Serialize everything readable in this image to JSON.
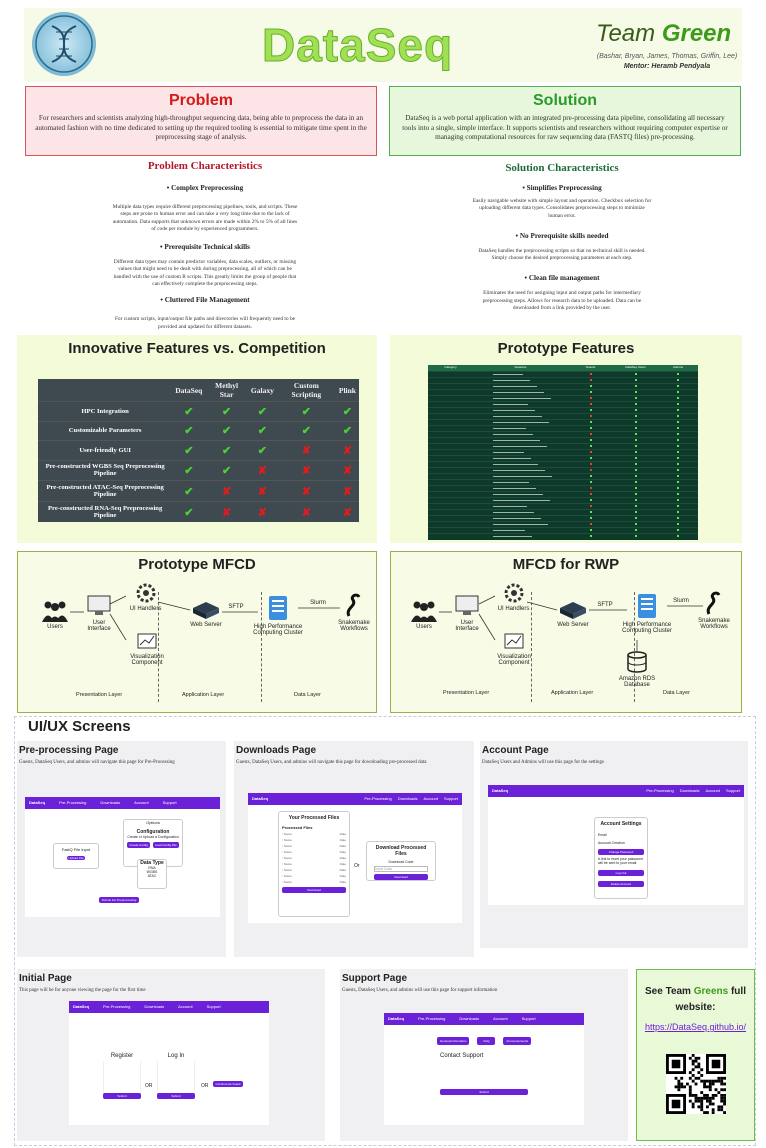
{
  "header": {
    "title": "DataSeq",
    "team_prefix": "Team ",
    "team_name": "Green",
    "members": "(Bashar, Bryan, James, Thomas, Griffin, Lee)",
    "mentor": "Mentor: Heramb Pendyala"
  },
  "problem": {
    "title": "Problem",
    "text": "For researchers and scientists analyzing high-throughput sequencing data, being able to preprocess the data in an automated fashion with no time dedicated to setting up the required tooling is essential to mitigate time spent in the preprocessing stage of analysis."
  },
  "solution": {
    "title": "Solution",
    "text": "DataSeq is a web portal application with an integrated pre-processing data pipeline, consolidating all necessary tools into a single, simple interface. It supports scientists and researchers without requiring computer expertise or managing computational resources for raw sequencing data (FASTQ files) pre-processing."
  },
  "problem_chars": {
    "heading": "Problem Characteristics",
    "items": [
      {
        "title": "Complex Preprocessing",
        "text": "Multiple data types require different preprocessing pipelines, tools, and scripts. These steps are prone to human error and can take a very long time due to the lack of automation. Data supports that unknown errors are made within 2% to 5% of all lines of code per module by experienced programmers."
      },
      {
        "title": "Prerequisite Technical skills",
        "text": "Different data types may contain predictor variables, data scales, outliers, or missing values that might need to be dealt with during preprocessing, all of which can be handled with the use of custom R scripts. This greatly limits the group of people that can effectively complete the preprocessing steps."
      },
      {
        "title": "Cluttered File Management",
        "text": "For custom scripts, input/output file paths and directories will frequently need to be provided and updated for different datasets."
      }
    ]
  },
  "solution_chars": {
    "heading": "Solution Characteristics",
    "items": [
      {
        "title": "Simplifies Preprocessing",
        "text": "Easily navigable website with simple layout and operation. Checkbox selection for uploading different data types. Consolidates preprocessing steps to minimize human error."
      },
      {
        "title": "No Prerequisite skills needed",
        "text": "DataSeq handles the preprocessing scripts so that no technical skill is needed. Simply choose the desired preprocessing parameters at each step."
      },
      {
        "title": "Clean file management",
        "text": "Eliminates the need for assigning input and output paths for intermediary preprocessing steps. Allows for research data to be uploaded. Data can be downloaded from a link provided by the user."
      }
    ]
  },
  "competition": {
    "heading": "Innovative Features vs. Competition",
    "columns": [
      "",
      "DataSeq",
      "Methyl Star",
      "Galaxy",
      "Custom Scripting",
      "Plink"
    ],
    "rows": [
      {
        "label": "HPC Integration",
        "vals": [
          "y",
          "y",
          "y",
          "y",
          "y"
        ]
      },
      {
        "label": "Customizable Parameters",
        "vals": [
          "y",
          "y",
          "y",
          "y",
          "y"
        ]
      },
      {
        "label": "User-friendly GUI",
        "vals": [
          "y",
          "y",
          "y",
          "n",
          "n"
        ]
      },
      {
        "label": "Pre-constructed WGBS Seq Preprocessing Pipeline",
        "vals": [
          "y",
          "y",
          "n",
          "n",
          "n"
        ]
      },
      {
        "label": "Pre-constructed ATAC-Seq Preprocessing Pipeline",
        "vals": [
          "y",
          "n",
          "n",
          "n",
          "n"
        ]
      },
      {
        "label": "Pre-constructed RNA-Seq Preprocessing Pipeline",
        "vals": [
          "y",
          "n",
          "n",
          "n",
          "n"
        ]
      }
    ],
    "check": "✔",
    "cross": "✘"
  },
  "prototype_features": {
    "heading": "Prototype Features",
    "columns": [
      "Category",
      "Features",
      "Guests",
      "DataSeq Users",
      "Admins"
    ]
  },
  "mfcd_proto": {
    "heading": "Prototype MFCD",
    "nodes": {
      "users": "Users",
      "ui": "User Interface",
      "handlers": "UI Handlers",
      "viz": "Visualization Component",
      "webserver": "Web Server",
      "sftp": "SFTP",
      "hpc": "High Performance Computing Cluster",
      "slurm": "Slurm",
      "snakemake": "Snakemake Workflows"
    },
    "layers": [
      "Presentation Layer",
      "Application Layer",
      "Data Layer"
    ]
  },
  "mfcd_rwp": {
    "heading": "MFCD for RWP",
    "nodes": {
      "users": "Users",
      "ui": "User Interface",
      "handlers": "UI Handlers",
      "viz": "Visualization Component",
      "webserver": "Web Server",
      "sftp": "SFTP",
      "hpc": "High Performance Computing Cluster",
      "slurm": "Slurm",
      "snakemake": "Snakemake Workflows",
      "rds": "Amazon RDS Database"
    },
    "layers": [
      "Presentation Layer",
      "Application Layer",
      "Data Layer"
    ]
  },
  "ux": {
    "heading": "UI/UX Screens",
    "app_name": "DataSeq",
    "nav": [
      "Pre-Processing",
      "Downloads",
      "Account",
      "Support"
    ],
    "screens": {
      "preprocessing": {
        "title": "Pre-processing Page",
        "desc": "Guests, DataSeq Users, and admins will navigate this page for Pre-Processing",
        "fastq": "FastQ File Input",
        "upload": "Upload File",
        "options": "Options",
        "config": "Configuration",
        "config_hint": "Create or Upload a Configuration",
        "create": "Create Config",
        "load": "Load Config File",
        "datatype": "Data Type",
        "types": [
          "RNA",
          "WGBS",
          "ATAC"
        ],
        "submit": "Submit For Preprocessing"
      },
      "downloads": {
        "title": "Downloads Page",
        "desc": "Guests, DataSeq Users, and admins will navigate this page for downloading pre-processed data",
        "processed": "Your Processed Files",
        "files_label": "Processed Files",
        "file_name": "Name",
        "file_date": "Date",
        "download_all": "Download",
        "or": "Or",
        "download_title": "Download Processed Files",
        "code": "Download Code",
        "code_placeholder": "Input Code",
        "download": "Download"
      },
      "account": {
        "title": "Account Page",
        "desc": "DataSeq Users and Admins will use this page for the settings",
        "settings": "Account Settings",
        "email": "Email",
        "creation": "Account Creation",
        "change": "Change Password",
        "hint": "A link to reset your password will be sent to your email",
        "logout": "Log Out",
        "delete": "Delete Account"
      },
      "initial": {
        "title": "Initial Page",
        "desc": "This page will be for anyone viewing the page for the first time",
        "register": "Register",
        "login": "Log In",
        "or": "OR",
        "guest": "Continue As Guest",
        "submit": "Submit"
      },
      "support": {
        "title": "Support Page",
        "desc": "Guests, DataSeq Users, and admins will use this page for support information",
        "tabs": [
          "General Information",
          "FAQ",
          "Announcements"
        ],
        "contact": "Contact Support",
        "submit": "Submit"
      }
    }
  },
  "footer": {
    "line1_prefix": "See Team ",
    "line1_team": "Greens",
    "line1_suffix": " full website:",
    "link": "https://DataSeq.github.io/"
  }
}
